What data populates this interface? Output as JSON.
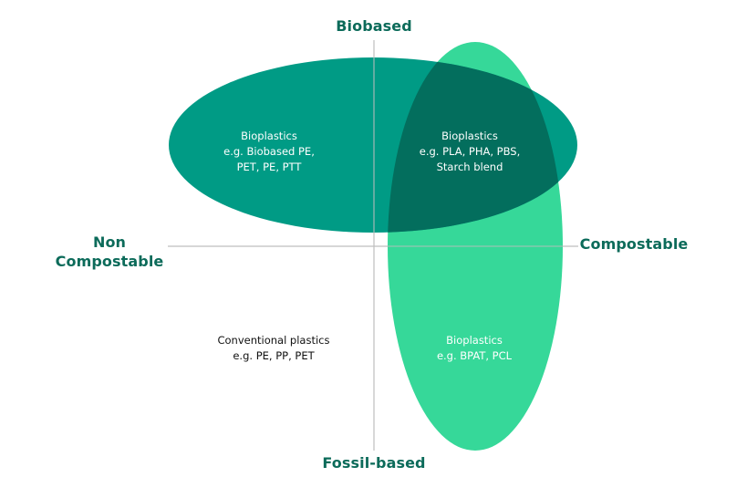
{
  "axes": {
    "top": "Biobased",
    "bottom": "Fossil-based",
    "left_line1": "Non",
    "left_line2": "Compostable",
    "right": "Compostable"
  },
  "regions": {
    "biobased_non_compostable": {
      "line1": "Bioplastics",
      "line2": "e.g. Biobased PE,",
      "line3": "PET, PE, PTT"
    },
    "biobased_compostable": {
      "line1": "Bioplastics",
      "line2": "e.g. PLA, PHA, PBS,",
      "line3": "Starch blend"
    },
    "fossil_non_compostable": {
      "line1": "Conventional plastics",
      "line2": "e.g. PE, PP, PET"
    },
    "fossil_compostable": {
      "line1": "Bioplastics",
      "line2": "e.g. BPAT, PCL"
    }
  },
  "colors": {
    "biobased_ellipse": "#009b85",
    "compostable_ellipse": "#36d899",
    "overlap": "#036e5d",
    "axis_text": "#0c6b5a",
    "axis_line": "#bfbfbf"
  }
}
